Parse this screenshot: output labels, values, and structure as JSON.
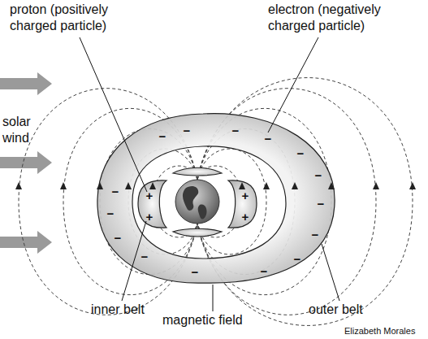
{
  "diagram": {
    "labels": [
      "proton (positively charged particle)",
      "electron (negatively charged particle)",
      "solar wind",
      "inner belt",
      "magnetic field",
      "outer belt",
      "Elizabeth Morales",
      "+",
      "+",
      "+",
      "+",
      "−",
      "−",
      "−",
      "−",
      "−",
      "−",
      "−",
      "−",
      "−",
      "−",
      "−",
      "−",
      "−",
      "−",
      "−"
    ]
  }
}
